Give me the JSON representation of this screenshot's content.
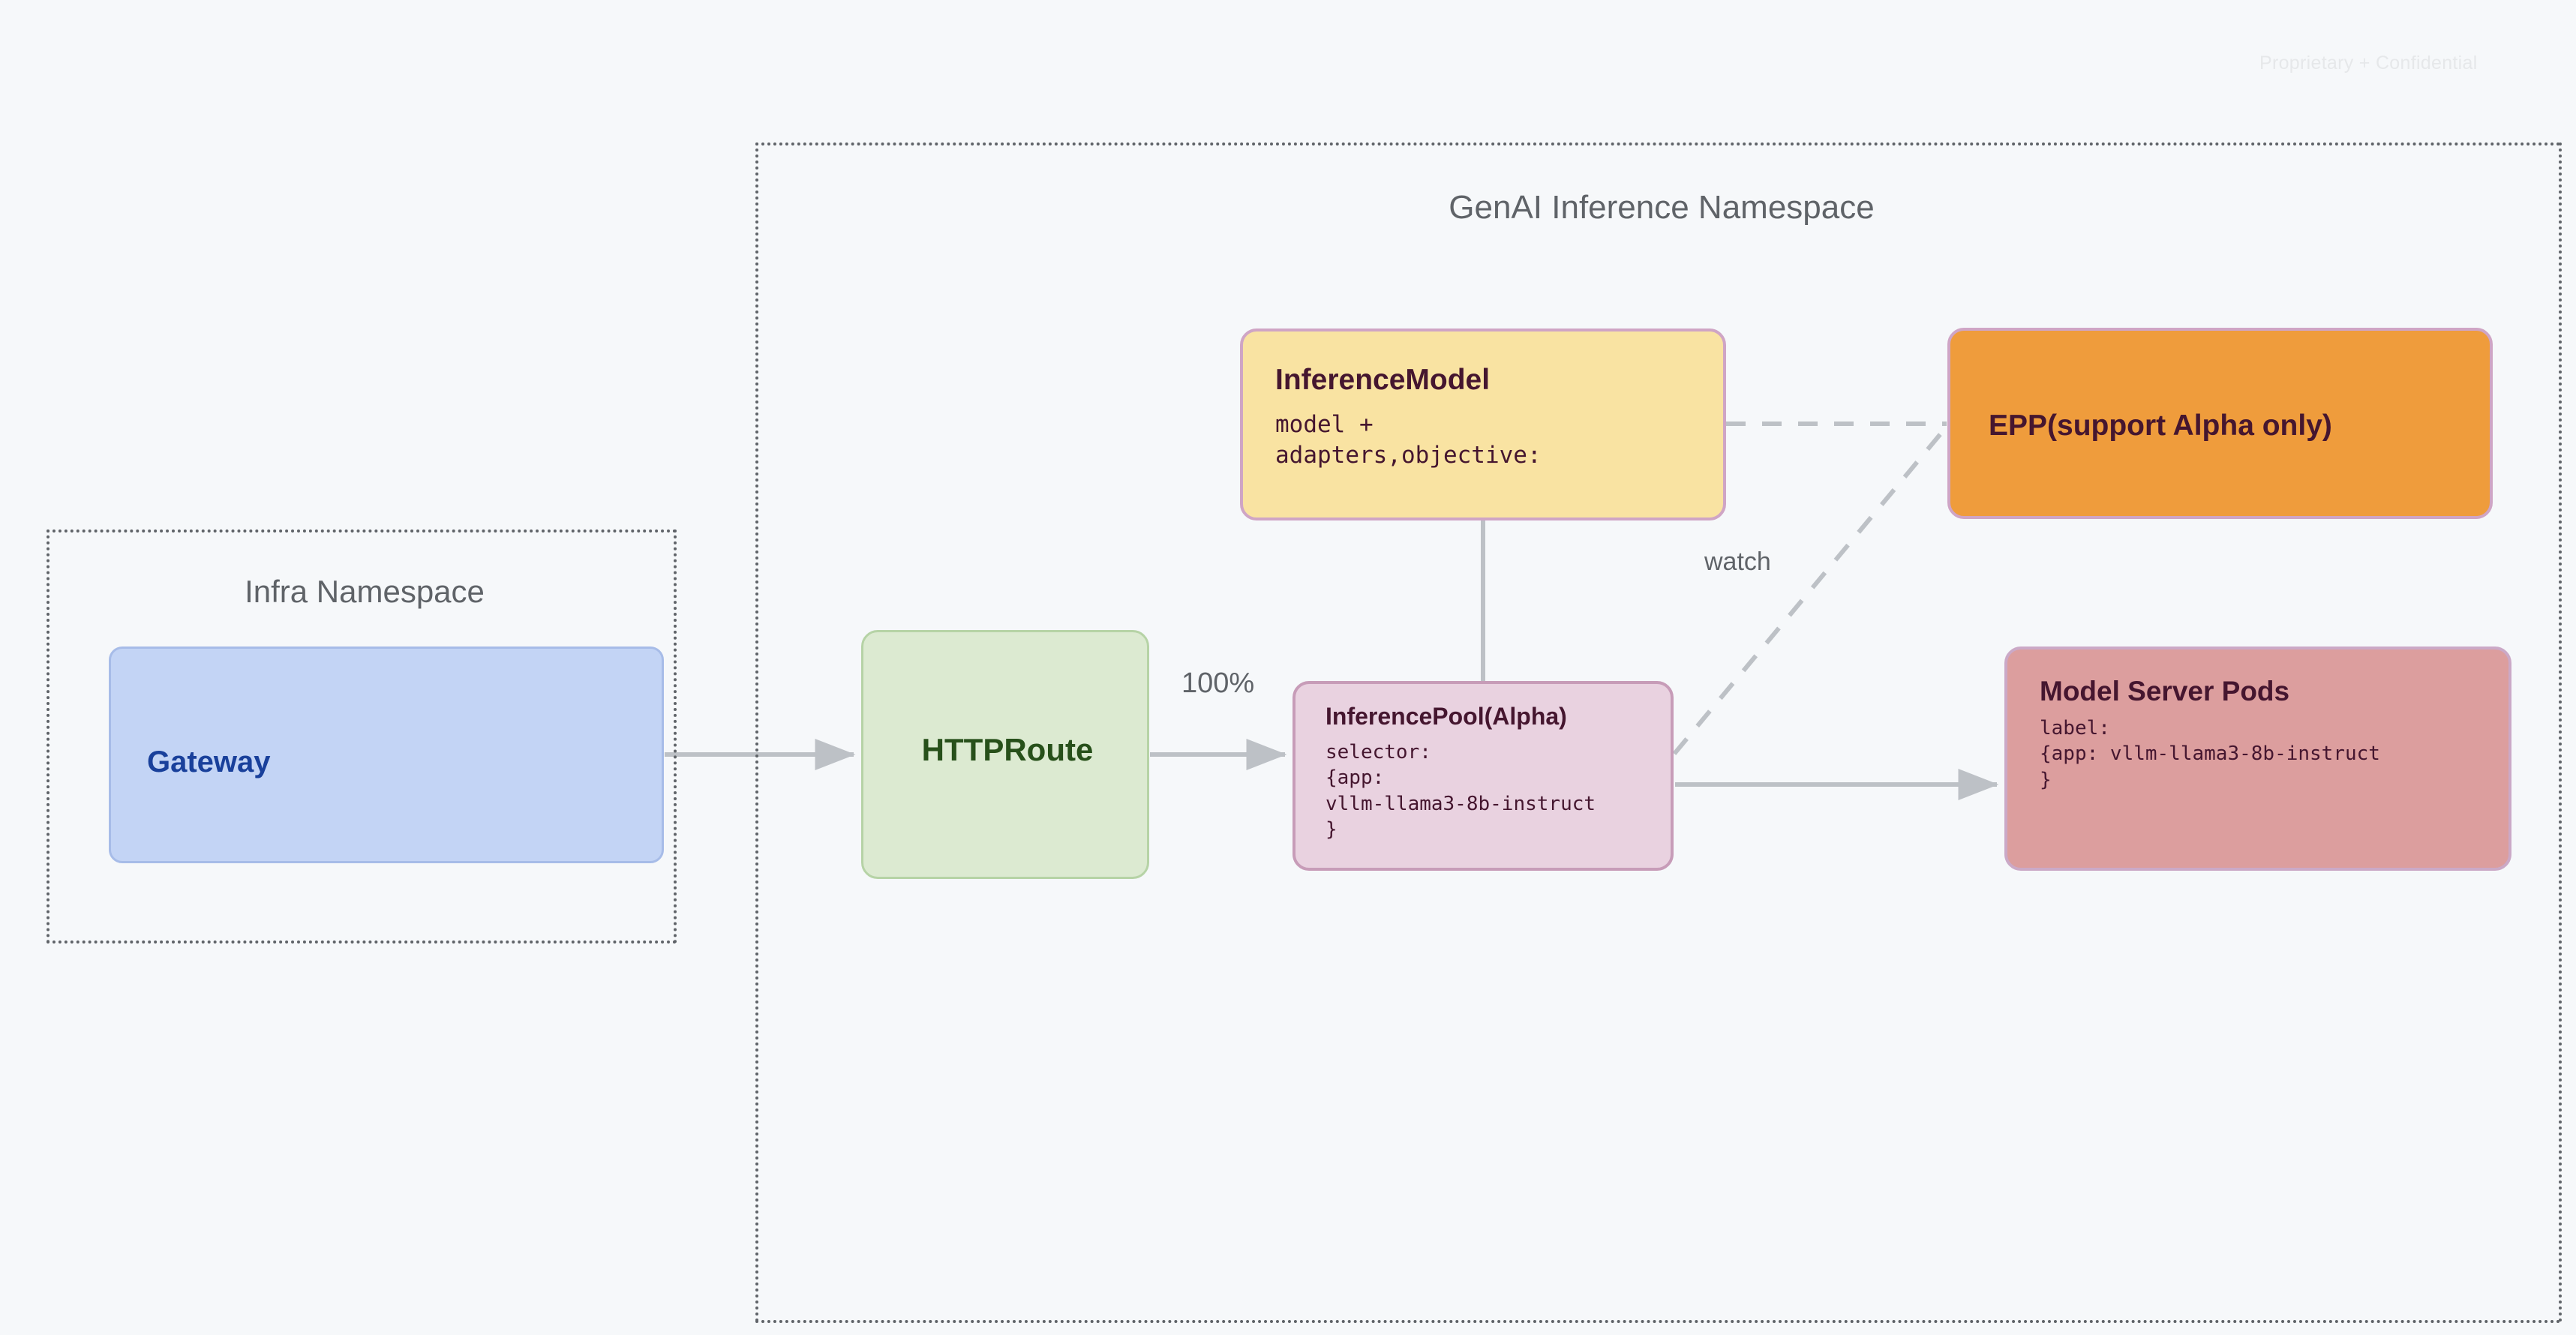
{
  "page": {
    "confidential_notice": "Proprietary + Confidential",
    "background_color": "#f6f8fa"
  },
  "namespaces": [
    {
      "id": "infra",
      "title": "Infra Namespace",
      "border_style": "dotted",
      "border_color": "#5f6368"
    },
    {
      "id": "genai",
      "title": "GenAI Inference Namespace",
      "border_style": "dotted",
      "border_color": "#5f6368"
    }
  ],
  "nodes": [
    {
      "id": "gateway",
      "title": "Gateway",
      "subtitle": "",
      "fill": "#c3d4f5",
      "border": "#a7bce8",
      "text_color": "#19409b"
    },
    {
      "id": "httproute",
      "title": "HTTPRoute",
      "subtitle": "",
      "fill": "#dcead1",
      "border": "#b6d3a6",
      "text_color": "#27501a"
    },
    {
      "id": "inferencemodel",
      "title": "InferenceModel",
      "subtitle": "model +\nadapters,objective:",
      "fill": "#f9e3a2",
      "border": "#cfa5c5",
      "text_color": "#45162f"
    },
    {
      "id": "epp",
      "title": "EPP(support Alpha only)",
      "subtitle": "",
      "fill": "#ef9c3c",
      "border": "#cfa5c5",
      "text_color": "#45162f"
    },
    {
      "id": "inferencepool",
      "title": "InferencePool(Alpha)",
      "subtitle": "selector:\n{app:\nvllm-llama3-8b-instruct\n}",
      "fill": "#e9d2e0",
      "border": "#c79cb8",
      "text_color": "#45162f"
    },
    {
      "id": "modelserverpods",
      "title": "Model Server Pods",
      "subtitle": "label:\n{app: vllm-llama3-8b-instruct\n}",
      "fill": "#dc9e9e",
      "border": "#cba9c7",
      "text_color": "#45162f"
    }
  ],
  "edges": [
    {
      "id": "gateway-to-httproute",
      "from": "gateway",
      "to": "httproute",
      "label": "",
      "style": "solid",
      "arrow": true,
      "color": "#bdc1c6"
    },
    {
      "id": "httproute-to-inferencepool",
      "from": "httproute",
      "to": "inferencepool",
      "label": "100%",
      "style": "solid",
      "arrow": true,
      "color": "#bdc1c6"
    },
    {
      "id": "inferencemodel-to-inferencepool",
      "from": "inferencemodel",
      "to": "inferencepool",
      "label": "",
      "style": "solid",
      "arrow": false,
      "color": "#bdc1c6"
    },
    {
      "id": "inferencemodel-to-epp",
      "from": "inferencemodel",
      "to": "epp",
      "label": "",
      "style": "dashed",
      "arrow": false,
      "color": "#bdc1c6"
    },
    {
      "id": "inferencepool-to-epp",
      "from": "inferencepool",
      "to": "epp",
      "label": "watch",
      "style": "dashed",
      "arrow": false,
      "color": "#bdc1c6"
    },
    {
      "id": "inferencepool-to-modelserverpods",
      "from": "inferencepool",
      "to": "modelserverpods",
      "label": "",
      "style": "solid",
      "arrow": true,
      "color": "#bdc1c6"
    }
  ]
}
